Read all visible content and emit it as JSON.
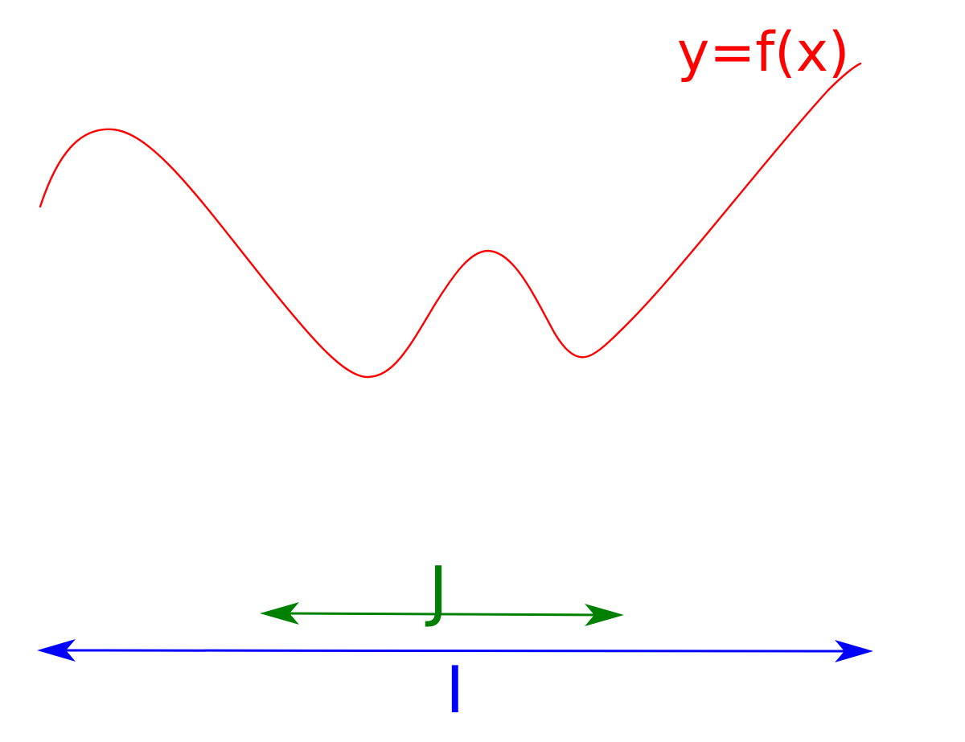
{
  "function_label": {
    "text": "y=f(x)",
    "color": "#ff0000"
  },
  "interval_j": {
    "label": "J",
    "color": "#008000"
  },
  "interval_i": {
    "label": "I",
    "color": "#0000ff"
  }
}
